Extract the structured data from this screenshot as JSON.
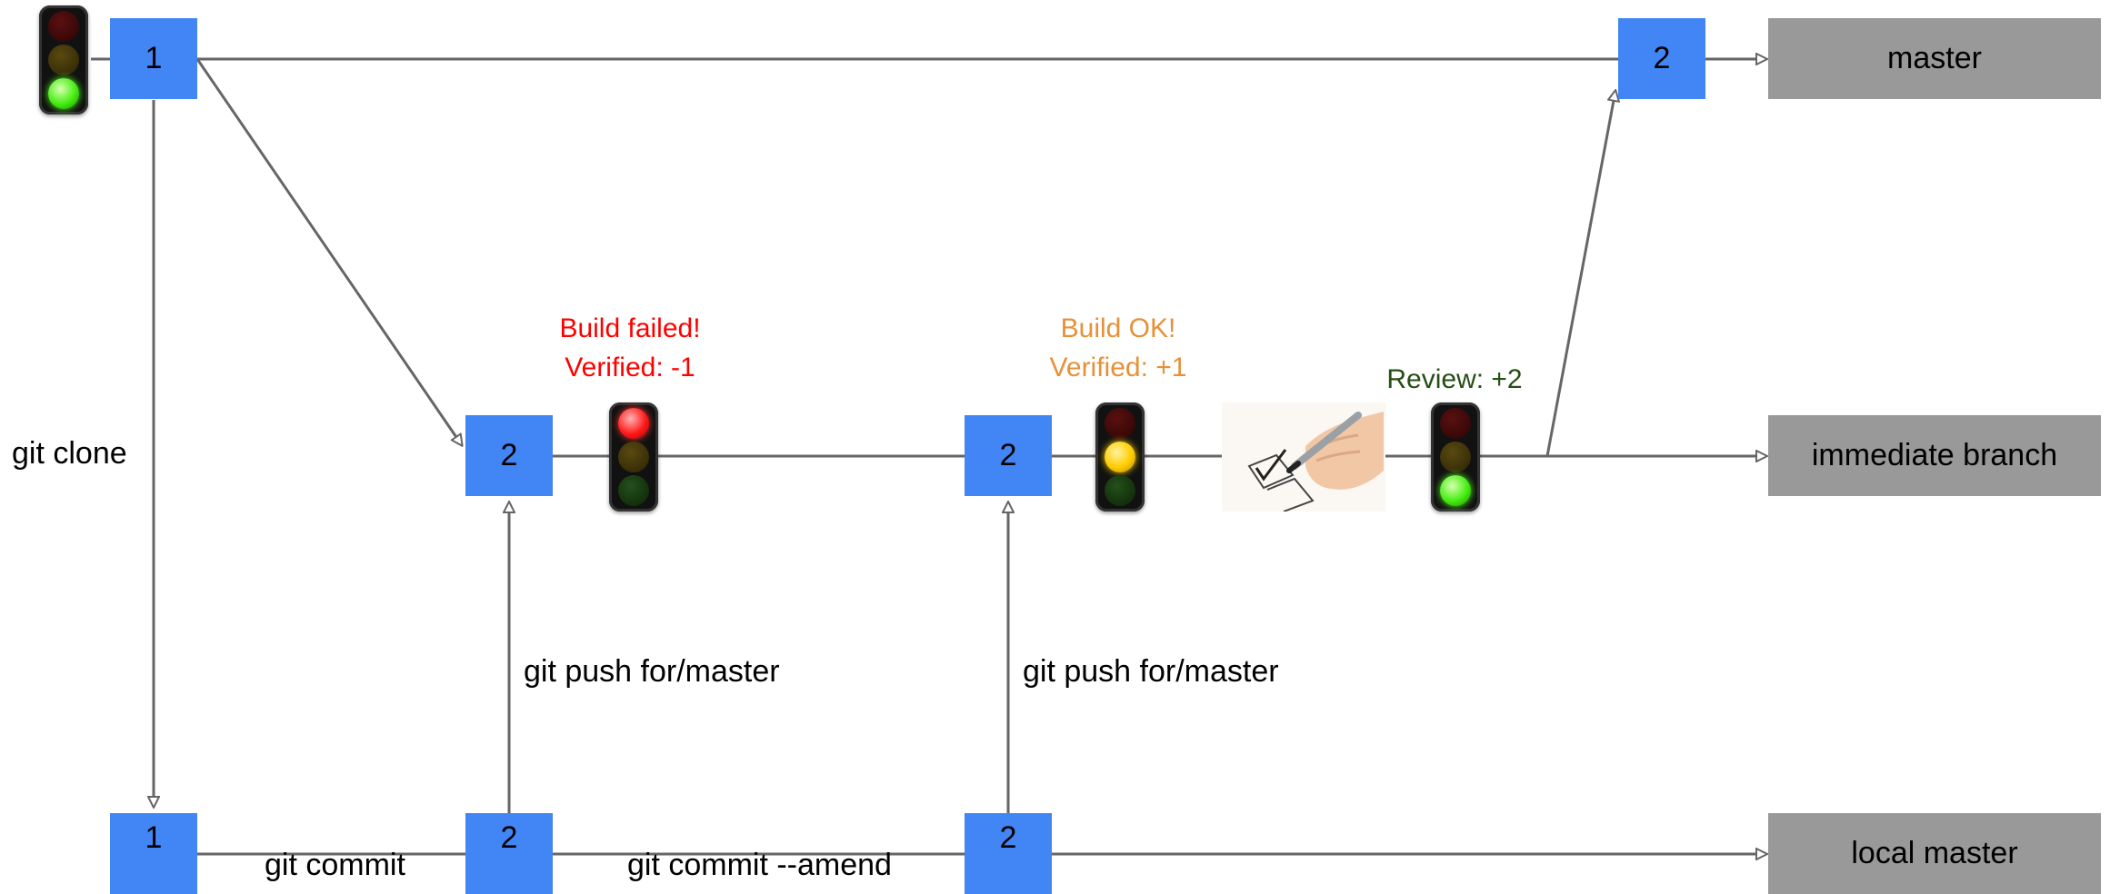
{
  "colors": {
    "commit_node": "#4285f4",
    "branch_box": "#999999",
    "connector": "#666666",
    "status_failed": "#ff0000",
    "status_ok": "#e69138",
    "status_review": "#274e13"
  },
  "branches": {
    "master": "master",
    "immediate": "immediate branch",
    "local": "local master"
  },
  "commits": {
    "master_1": "1",
    "master_2": "2",
    "immediate_2a": "2",
    "immediate_2b": "2",
    "local_1": "1",
    "local_2a": "2",
    "local_2b": "2"
  },
  "commands": {
    "clone": "git clone",
    "commit": "git commit",
    "amend": "git commit --amend",
    "push_1": "git push for/master",
    "push_2": "git push for/master"
  },
  "statuses": {
    "failed_line1": "Build failed!",
    "failed_line2": "Verified: -1",
    "ok_line1": "Build OK!",
    "ok_line2": "Verified: +1",
    "review": "Review: +2"
  },
  "icons": {
    "light_master": "traffic-light-green",
    "light_failed": "traffic-light-red",
    "light_ok": "traffic-light-yellow",
    "light_review": "traffic-light-green",
    "review_image": "checklist-pen-icon"
  }
}
